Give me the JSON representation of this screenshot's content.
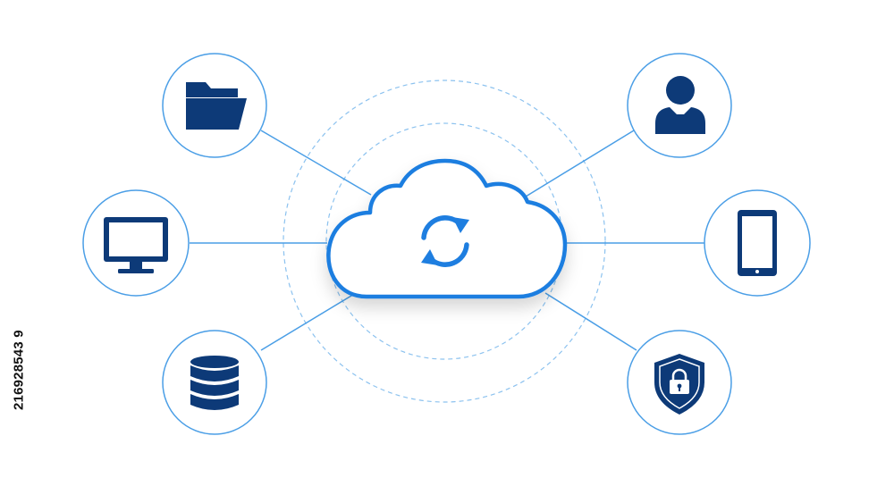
{
  "side_id": "216928543 9",
  "colors": {
    "accent": "#1e7ee0",
    "line": "#4a9ee6",
    "ring": "#8cc2ef",
    "icon": "#0d3a78",
    "cloud_fill": "#ffffff"
  },
  "nodes": [
    {
      "name": "folder-node",
      "icon": "folder-icon"
    },
    {
      "name": "monitor-node",
      "icon": "monitor-icon"
    },
    {
      "name": "database-node",
      "icon": "database-icon"
    },
    {
      "name": "user-node",
      "icon": "user-icon"
    },
    {
      "name": "tablet-node",
      "icon": "tablet-icon"
    },
    {
      "name": "security-node",
      "icon": "shield-lock-icon"
    }
  ],
  "center": {
    "icon": "cloud-icon",
    "symbol": "sync-icon"
  }
}
